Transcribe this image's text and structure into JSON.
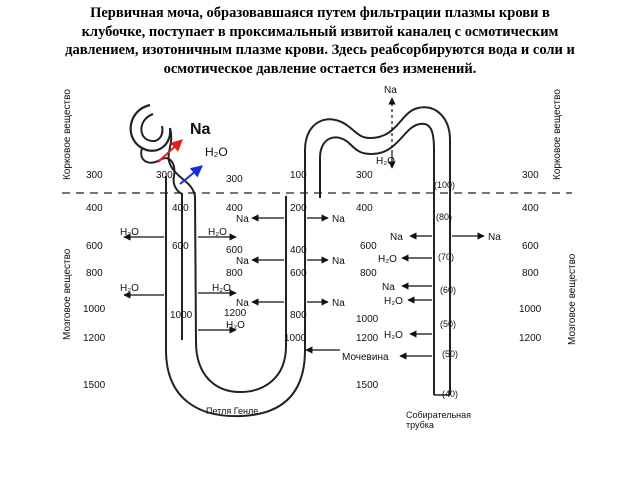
{
  "caption": {
    "line1": "Первичная моча, образовавшаяся путем фильтрации плазмы крови в",
    "line2": "клубочке, поступает в проксимальный извитой каналец с осмотическим",
    "line3": "давлением, изотоничным плазме крови. Здесь реабсорбируются вода и соли и",
    "line4": "осмотическое давление остается без изменений."
  },
  "zones": {
    "cortex_left": "Корковое вещество",
    "cortex_right": "Корковое вещество",
    "medulla_left": "Мозговое вещество",
    "medulla_right": "Мозговое вещество"
  },
  "ions": {
    "na": "Na",
    "h2o": "H₂O",
    "urea": "Мочевина"
  },
  "left_scale": [
    "300",
    "400",
    "600",
    "800",
    "1000",
    "1200",
    "1500"
  ],
  "right_scale": [
    "300",
    "400",
    "600",
    "800",
    "1000",
    "1200"
  ],
  "col_a": [
    "300",
    "400",
    "600"
  ],
  "col_b": [
    "300",
    "400",
    "600",
    "800",
    "1000",
    "1200"
  ],
  "col_c": [
    "100",
    "200",
    "400",
    "600",
    "800",
    "1000"
  ],
  "col_d": [
    "300",
    "400",
    "600",
    "800",
    "1000",
    "1200",
    "1500"
  ],
  "duct_values": [
    "(100)",
    "(80)",
    "(70)",
    "(60)",
    "(50)",
    "(50)",
    "(40)"
  ],
  "labels": {
    "loop": "Петля Генле",
    "duct_1": "Собирательная",
    "duct_2": "трубка"
  },
  "colors": {
    "arrow_na": "#e02020",
    "arrow_h2o": "#1a2fd8"
  }
}
